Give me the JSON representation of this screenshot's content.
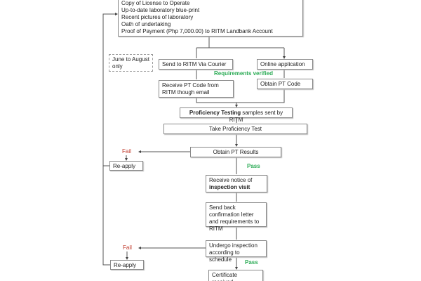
{
  "requirements": [
    "Copy of License to Operate",
    "Up-to-date laboratory blue-print",
    "Recent pictures of laboratory",
    "Oath of undertaking",
    "Proof of Payment (Php 7,000.00)  to RITM Landbank Account"
  ],
  "note": "June to August only",
  "send_courier": "Send to RITM Via Courier",
  "online": "Online application",
  "verified": "Requirements verified",
  "receive_code": "Receive PT Code from RITM though email",
  "obtain_code": "Obtain PT Code",
  "pt_bold": "Proficiency Testing",
  "pt_rest": " samples sent by RITM",
  "take_test": "Take Proficiency Test",
  "results": "Obtain PT Results",
  "fail": "Fail",
  "pass": "Pass",
  "reapply": "Re-apply",
  "notice_pre": "Receive notice of ",
  "notice_bold": "inspection visit",
  "send_back": "Send back confirmation letter and requirements  to RITM",
  "undergo": "Undergo inspection according to schedule",
  "certificate": "Certificate received"
}
